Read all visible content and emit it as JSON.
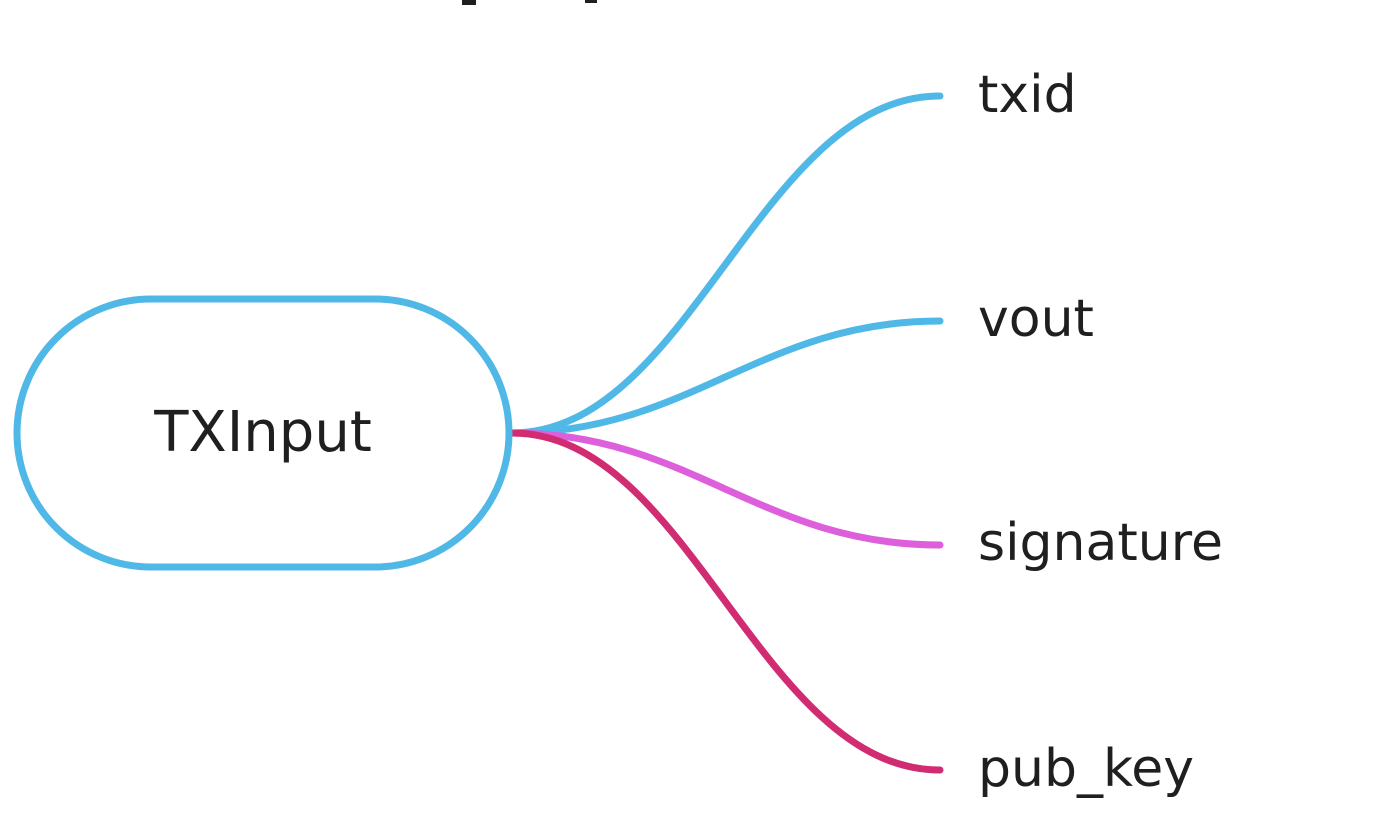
{
  "diagram": {
    "root": {
      "label": "TXInput",
      "color": "#4fb8e6"
    },
    "branches": [
      {
        "label": "txid",
        "color": "#4fb8e6"
      },
      {
        "label": "vout",
        "color": "#4fb8e6"
      },
      {
        "label": "signature",
        "color": "#dd5fdc"
      },
      {
        "label": "pub_key",
        "color": "#d12c72"
      }
    ]
  }
}
